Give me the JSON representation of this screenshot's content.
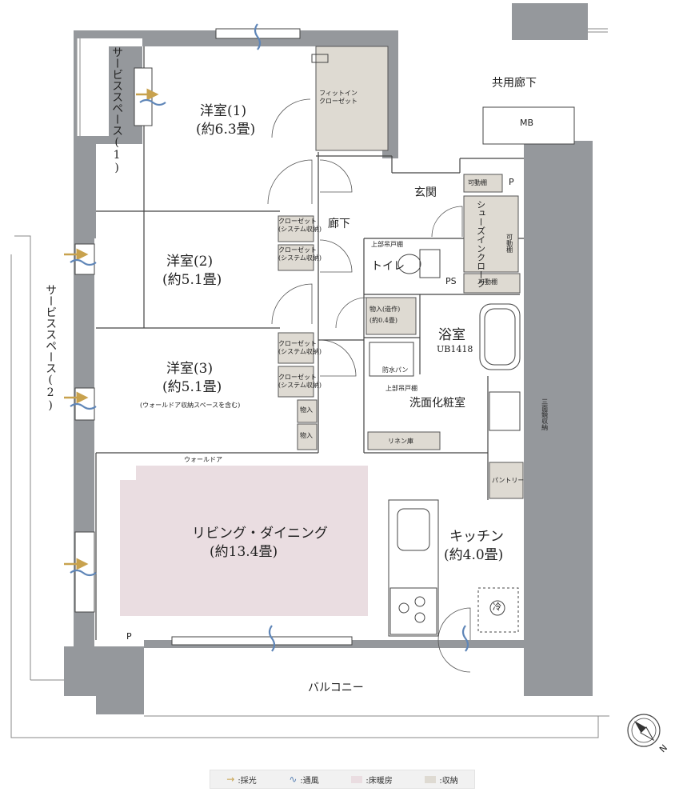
{
  "rooms": {
    "western1": {
      "name": "洋室(1)",
      "size": "(約6.3畳)"
    },
    "western2": {
      "name": "洋室(2)",
      "size": "(約5.1畳)"
    },
    "western3": {
      "name": "洋室(3)",
      "size": "(約5.1畳)",
      "note": "(ウォールドア収納スペースを含む)"
    },
    "living": {
      "name": "リビング・ダイニング",
      "size": "(約13.4畳)"
    },
    "kitchen": {
      "name": "キッチン",
      "size": "(約4.0畳)"
    },
    "bath": {
      "name": "浴室",
      "code": "UB1418"
    },
    "washroom": "洗面化粧室",
    "toilet": "トイレ",
    "entrance": "玄関",
    "hallway": "廊下",
    "balcony": "バルコニー",
    "common_corridor": "共用廊下",
    "service_space1": "サービススペース(1)",
    "service_space2": "サービススペース(2)"
  },
  "storage": {
    "fit_in_closet": "フィットインクローゼット",
    "closet_system": [
      "クローゼット",
      "(システム収納)"
    ],
    "shoes_in_cloak": "シューズインクローク",
    "movable_shelf": "可動棚",
    "upper_cupboard": "上部吊戸棚",
    "storage_built": "物入(造作)",
    "storage_built_size": "(約0.4畳)",
    "storage": "物入",
    "waterproof_pan": "防水パン",
    "linen": "リネン庫",
    "pantry": "パントリー",
    "mirror_storage": "三面鏡収納",
    "wall_door": "ウォールドア"
  },
  "symbols": {
    "mb": "MB",
    "ps": "PS",
    "p": "P",
    "fridge": "冷"
  },
  "legend": [
    {
      "label": ":採光",
      "color": "#c8a24e",
      "icon": "arrow-icon"
    },
    {
      "label": ":通風",
      "color": "#5f86b8",
      "icon": "wave-icon"
    },
    {
      "label": ":床暖房",
      "color": "#eadde1",
      "icon": "swatch"
    },
    {
      "label": ":収納",
      "color": "#dedad2",
      "icon": "swatch"
    }
  ],
  "compass": {
    "label": "N"
  },
  "colors": {
    "wall": "#95989c",
    "floor_heating": "#eadde1",
    "storage": "#dedad2",
    "light_arrow": "#c8a24e",
    "wind": "#5f86b8"
  }
}
